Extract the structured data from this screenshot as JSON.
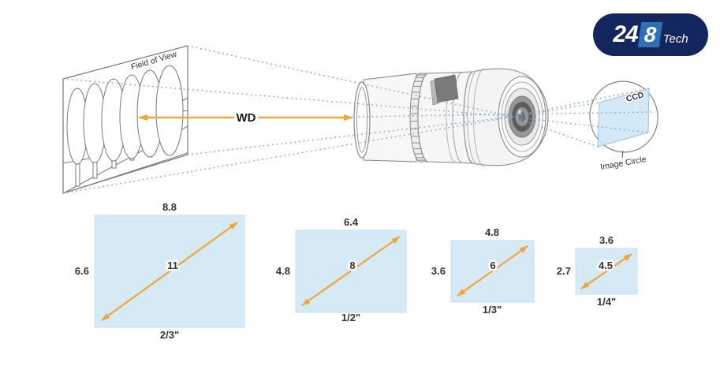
{
  "logo": {
    "part_24": "24",
    "part_8": "8",
    "part_tech": "Tech"
  },
  "optics": {
    "field_of_view": "Field of View",
    "working_distance": "WD",
    "ccd": "CCD",
    "image_circle": "Image Circle"
  },
  "sensors": [
    {
      "format": "2/3\"",
      "h_mm": "8.8",
      "v_mm": "6.6",
      "diag_mm": "11"
    },
    {
      "format": "1/2\"",
      "h_mm": "6.4",
      "v_mm": "4.8",
      "diag_mm": "8"
    },
    {
      "format": "1/3\"",
      "h_mm": "4.8",
      "v_mm": "3.6",
      "diag_mm": "6"
    },
    {
      "format": "1/4\"",
      "h_mm": "3.6",
      "v_mm": "2.7",
      "diag_mm": "4.5"
    }
  ],
  "colors": {
    "accent_orange": "#F0A43C",
    "sensor_fill": "#D6EAF6",
    "ray_blue": "#7FA8C6",
    "ccd_fill": "#CFE7F6",
    "logo_navy": "#14265E",
    "logo_blue": "#2E70B6"
  }
}
